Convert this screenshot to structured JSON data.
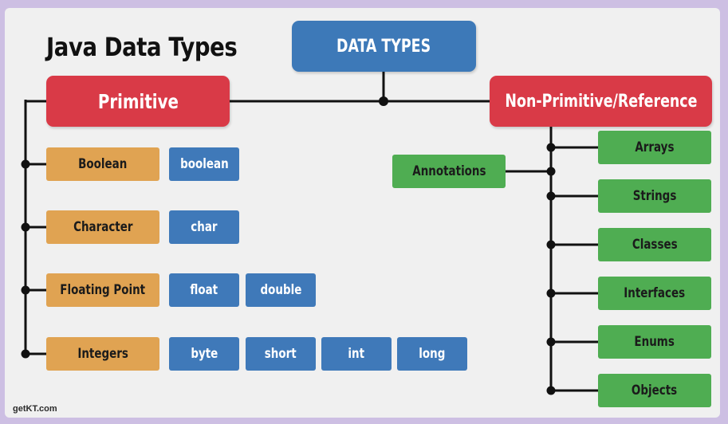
{
  "title": "Java Data Types",
  "root": "DATA TYPES",
  "primitive": {
    "label": "Primitive",
    "groups": [
      {
        "category": "Boolean",
        "types": [
          "boolean"
        ]
      },
      {
        "category": "Character",
        "types": [
          "char"
        ]
      },
      {
        "category": "Floating Point",
        "types": [
          "float",
          "double"
        ]
      },
      {
        "category": "Integers",
        "types": [
          "byte",
          "short",
          "int",
          "long"
        ]
      }
    ]
  },
  "non_primitive": {
    "label": "Non-Primitive/Reference",
    "annotations": "Annotations",
    "items": [
      "Arrays",
      "Strings",
      "Classes",
      "Interfaces",
      "Enums",
      "Objects"
    ]
  },
  "footer": "getKT.com",
  "colors": {
    "root": "#3d79b8",
    "heading": "#d93a47",
    "category": "#e0a352",
    "type": "#3f79b9",
    "reference": "#4fad52",
    "line": "#111111"
  }
}
